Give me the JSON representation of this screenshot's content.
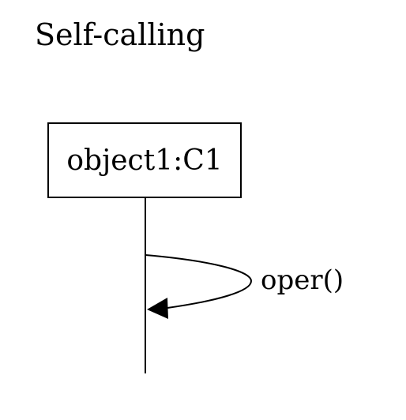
{
  "diagram": {
    "title": "Self-calling",
    "object": {
      "label": "object1:C1"
    },
    "message": {
      "label": "oper()"
    }
  }
}
